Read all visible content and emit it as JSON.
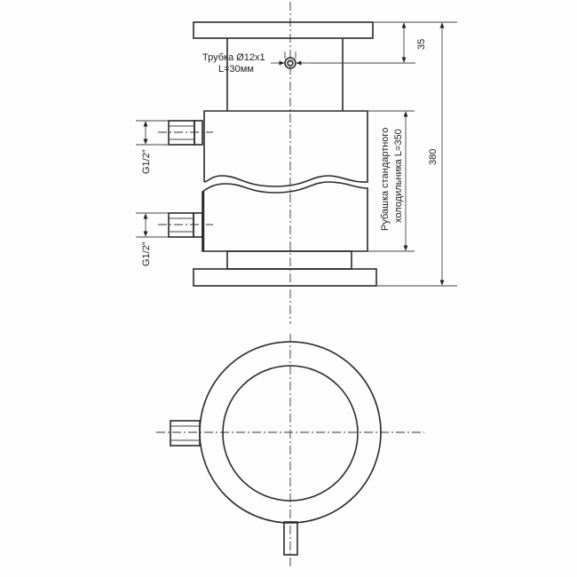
{
  "drawing": {
    "tube_label_line1": "Трубка Ø12x1",
    "tube_label_line2": "L=30мм",
    "dim_top": "35",
    "dim_total": "380",
    "jacket_label_line1": "Рубашка стандартного",
    "jacket_label_line2": "холодильника L=350",
    "fitting_upper_label": "G1/2″",
    "fitting_lower_label": "G1/2″"
  },
  "colors": {
    "line": "#2a2a2a",
    "background": "#fdfdfd"
  }
}
